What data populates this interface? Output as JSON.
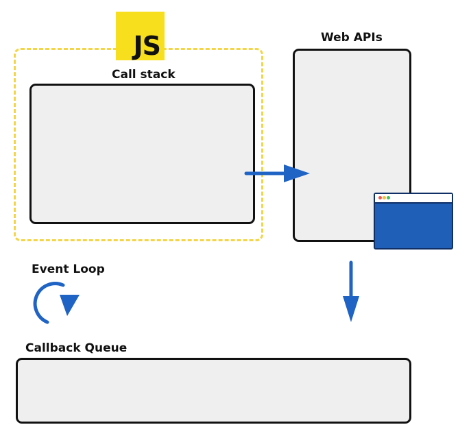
{
  "logo": {
    "text": "JS"
  },
  "call_stack": {
    "label": "Call stack"
  },
  "web_apis": {
    "label": "Web APIs"
  },
  "event_loop": {
    "label": "Event Loop"
  },
  "callback_queue": {
    "label": "Callback Queue"
  },
  "colors": {
    "accent_blue": "#1f63c4",
    "js_yellow": "#f7df1e",
    "dashed_border": "#f3d547",
    "panel_fill": "#efefef",
    "panel_border": "#111111",
    "browser_blue": "#1f5fb7"
  },
  "icons": {
    "logo": "javascript-logo",
    "arrow_right": "arrow-right-icon",
    "arrow_down": "arrow-down-icon",
    "loop": "circular-arrow-icon",
    "browser": "browser-window-icon"
  }
}
